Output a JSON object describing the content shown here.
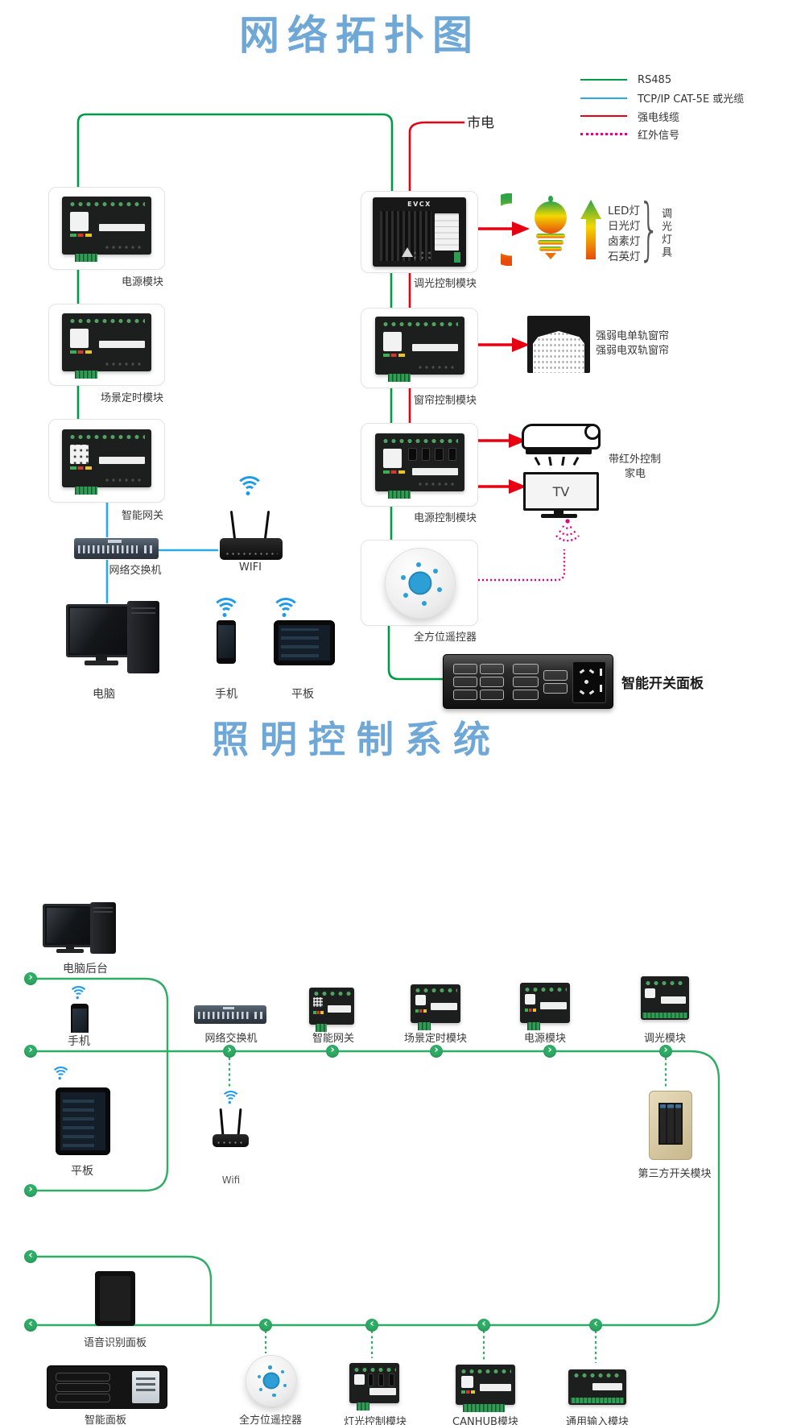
{
  "colors": {
    "rs485": "#009B48",
    "tcpip": "#29ABE2",
    "power_line": "#E60012",
    "ir_signal": "#E4007F",
    "flow_green": "#2FAC66",
    "title_blue": "#6FA8D6"
  },
  "top": {
    "title": "网络拓扑图",
    "legend": [
      {
        "label": "RS485"
      },
      {
        "label": "TCP/IP CAT-5E 或光缆"
      },
      {
        "label": "强电线缆"
      },
      {
        "label": "红外信号"
      }
    ],
    "mains": "市电",
    "brand": "EVCX",
    "left_col": {
      "power": "电源模块",
      "scene": "场景定时模块",
      "gateway": "智能网关",
      "switch": "网络交换机",
      "wifi": "WIFI",
      "pc": "电脑",
      "phone": "手机",
      "tablet": "平板"
    },
    "right_col": {
      "dimmer": "调光控制模块",
      "curtain": "窗帘控制模块",
      "powerctl": "电源控制模块",
      "remote": "全方位遥控器",
      "panel": "智能开关面板"
    },
    "lamp": {
      "types": [
        "LED灯",
        "日光灯",
        "卤素灯",
        "石英灯"
      ],
      "group": "调光灯具",
      "brace": "}"
    },
    "curtains": [
      "强弱电单轨窗帘",
      "强弱电双轨窗帘"
    ],
    "ir": {
      "line1": "带红外控制",
      "line2": "家电"
    },
    "tv": "TV"
  },
  "bottom": {
    "title": "照明控制系统",
    "labels": {
      "pc": "电脑后台",
      "phone": "手机",
      "switch": "网络交换机",
      "gateway": "智能网关",
      "scene": "场景定时模块",
      "power": "电源模块",
      "dimmer": "调光模块",
      "tablet": "平板",
      "wifi": "Wifi",
      "third": "第三方开关模块",
      "voice": "语音识别面板",
      "panel": "智能面板",
      "remote": "全方位遥控器",
      "light": "灯光控制模块",
      "canhub": "CANHUB模块",
      "input": "通用输入模块"
    }
  }
}
